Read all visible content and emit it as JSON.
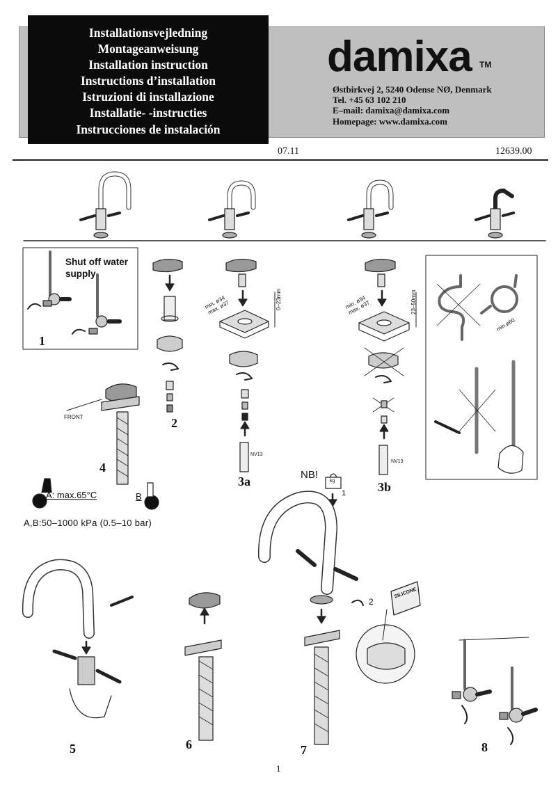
{
  "header": {
    "titles": [
      "Installationsvejledning",
      "Montageanweisung",
      "Installation instruction",
      "Instructions d’installation",
      "Istruzioni di installazione",
      "Installatie- -instructies",
      "Instrucciones de instalación"
    ],
    "brand": "damixa",
    "brand_tm": "TM",
    "contact": {
      "address": "Østbirkvej 2, 5240 Odense NØ, Denmark",
      "tel": "Tel. +45 63 102 210",
      "email": "E–mail: damixa@damixa.com",
      "homepage": "Homepage: www.damixa.com"
    },
    "date": "07.11",
    "doc_number": "12639.00"
  },
  "steps": {
    "s1": "1",
    "s2": "2",
    "s3a": "3a",
    "s3b": "3b",
    "s4": "4",
    "s5": "5",
    "s6": "6",
    "s7": "7",
    "s8": "8"
  },
  "labels": {
    "shut_off_line1": "Shut off water",
    "shut_off_line2": "supply",
    "front": "FRONT",
    "temp_a": "A:  max.65°C",
    "temp_b": "B",
    "pressure": "A,B:50–1000  kPa  (0.5–10  bar)",
    "nv13_a": "NV13",
    "nv13_b": "NV13",
    "min_dia": "min. ø34",
    "max_dia": "max. ø37",
    "range_3a": "0–23mm",
    "min_dia_b": "min. ø34",
    "max_dia_b": "max. ø37",
    "range_3b": "23–50mm",
    "min_e60": "min.ø60",
    "nb": "NB!",
    "kg": "kg",
    "arrow1": "1",
    "arrow2": "2",
    "silicone": "SILICONE"
  },
  "page_number": "1"
}
